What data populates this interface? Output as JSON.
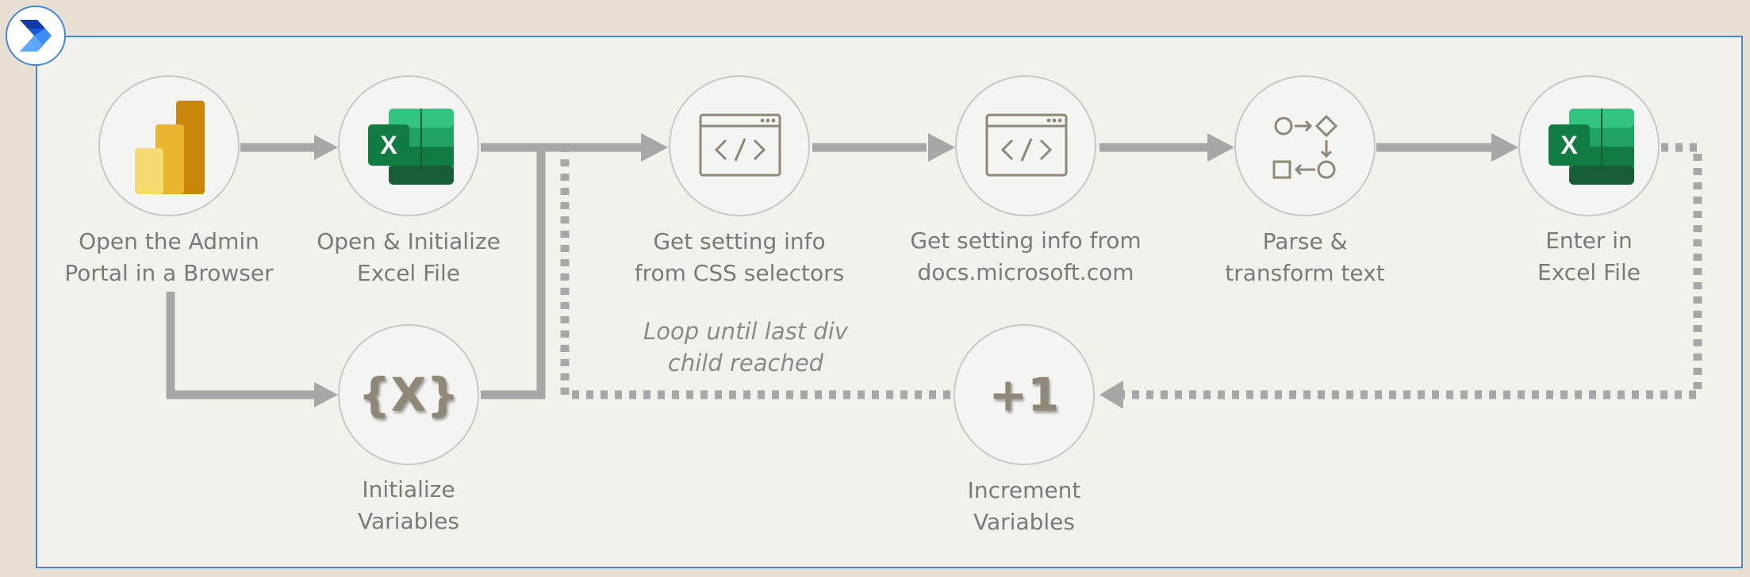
{
  "steps": [
    {
      "line1": "Open the Admin",
      "line2": "Portal in a Browser",
      "icon": "power-bi-icon"
    },
    {
      "line1": "Open & Initialize",
      "line2": "Excel File",
      "icon": "excel-icon"
    },
    {
      "line1": "Initialize",
      "line2": "Variables",
      "icon": "variable-braces-icon",
      "glyph": "{X}"
    },
    {
      "line1": "Get setting info",
      "line2": "from CSS selectors",
      "icon": "code-window-icon"
    },
    {
      "line1": "Get setting info from",
      "line2": "docs.microsoft.com",
      "icon": "code-window-icon"
    },
    {
      "line1": "Parse &",
      "line2": "transform text",
      "icon": "flow-shapes-icon"
    },
    {
      "line1": "Enter in",
      "line2": "Excel File",
      "icon": "excel-icon"
    },
    {
      "line1": "Increment",
      "line2": "Variables",
      "icon": "plus-one-icon",
      "glyph": "+1"
    }
  ],
  "loop": {
    "line1": "Loop until last div",
    "line2": "child reached"
  },
  "colors": {
    "background": "#e8e0d2",
    "panel": "#f3f1ec",
    "frame_border": "#4a86d8",
    "connector": "#a7a7a7",
    "label_text": "#7a7a7a",
    "icon_stroke": "#8f8878"
  }
}
